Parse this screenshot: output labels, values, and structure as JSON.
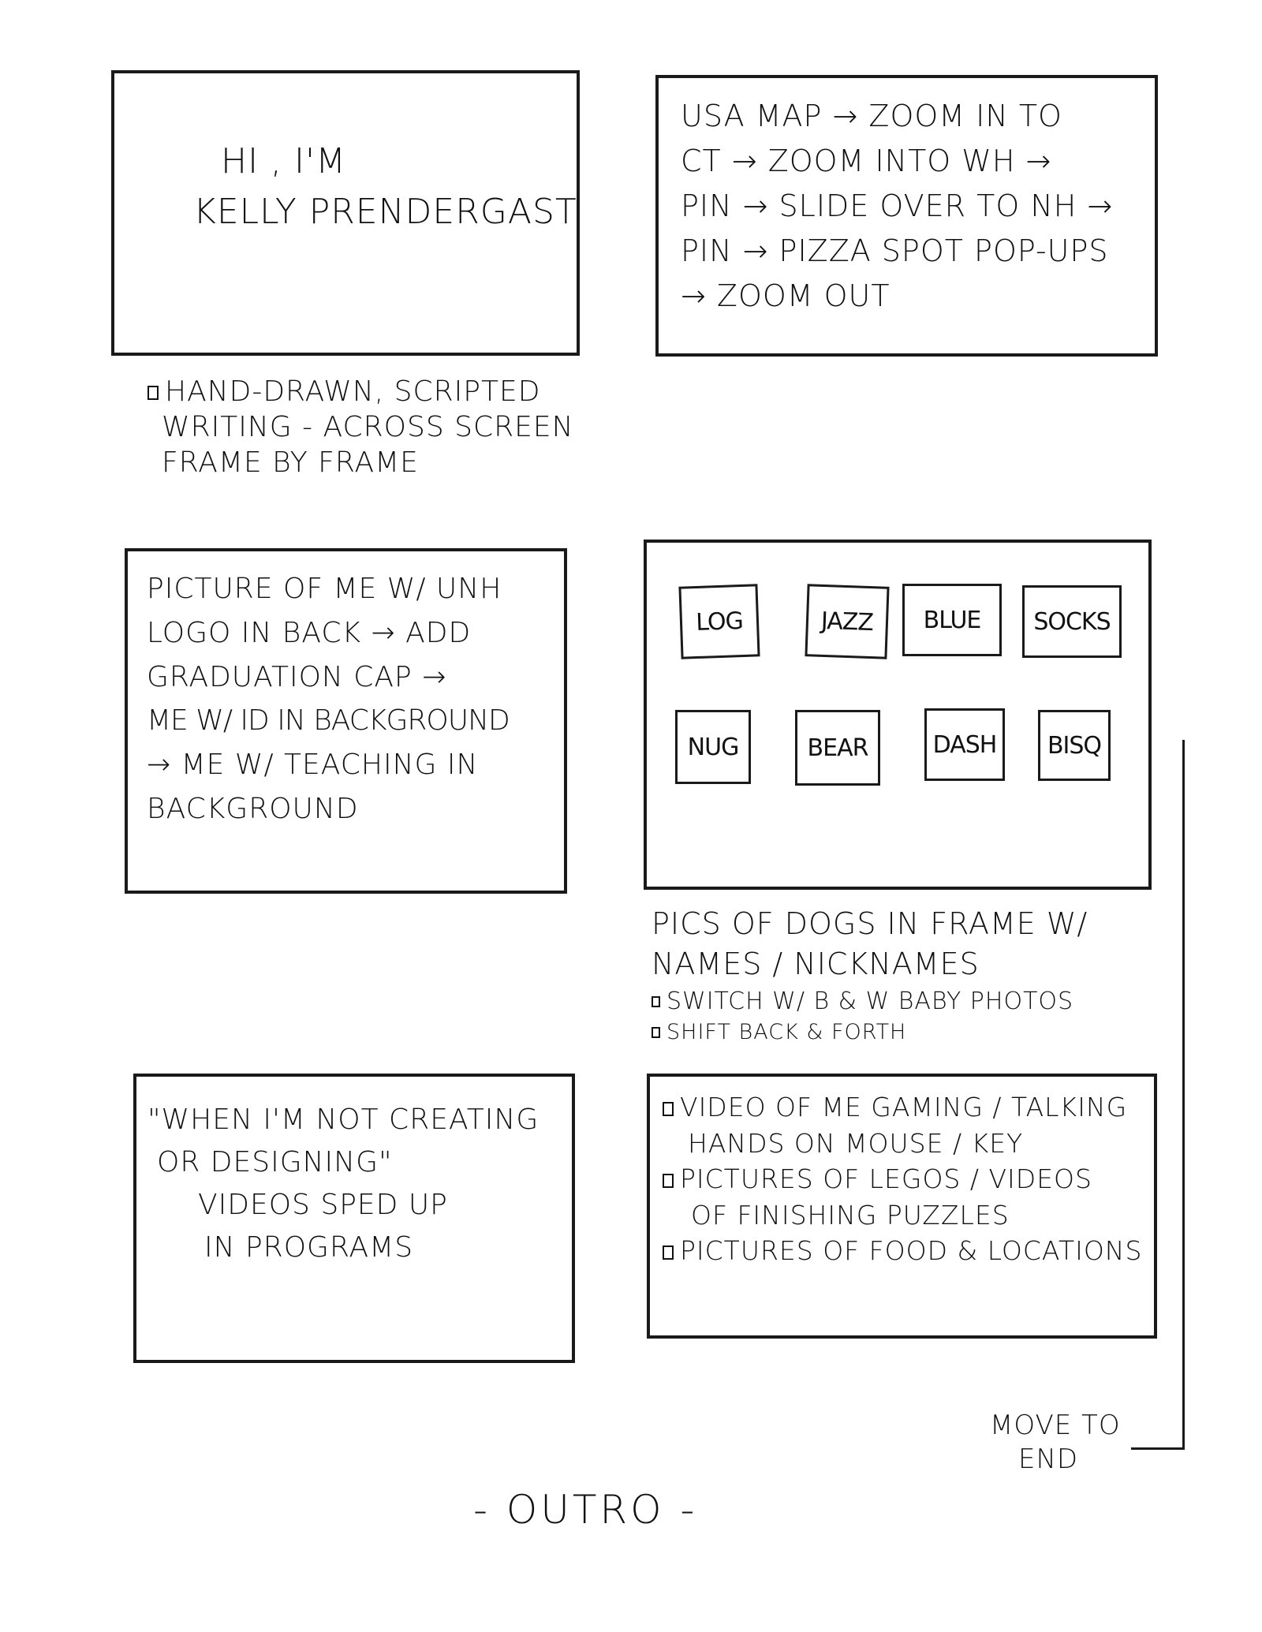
{
  "frames": [
    {
      "lines": [
        "Hi , I'm",
        "Kelly Prendergast"
      ]
    },
    {
      "lines": [
        "USA map → zoom in to",
        "CT → zoom into WH →",
        "Pin → slide over to NH →",
        "Pin → pizza spot pop-ups",
        "→ zoom out"
      ]
    },
    {
      "lines": [
        "Picture of me w/ UNH",
        "logo in back → add",
        "graduation cap →",
        "me w/ ID in background",
        "→ me w/ teaching in",
        "background"
      ]
    },
    {
      "dogs": [
        "Log",
        "Jazz",
        "Blue",
        "Socks",
        "Nug",
        "Bear",
        "Dash",
        "Bisq"
      ]
    },
    {
      "lines": [
        "\"When I'm not creating",
        "or designing\"",
        "videos sped up",
        "in programs"
      ]
    },
    {
      "bullets": [
        "Video of me gaming / talking",
        "hands on mouse / key",
        "Pictures of legos / videos",
        "of finishing puzzles",
        "Pictures of food & locations"
      ]
    }
  ],
  "notes": {
    "frame1": [
      "Hand-drawn, scripted",
      "writing - across screen",
      "frame by frame"
    ],
    "frame4_title": [
      "Pics of dogs in frame w/",
      "names / nicknames"
    ],
    "frame4_bullets": [
      "Switch w/ B & W baby photos",
      "Shift back & forth"
    ],
    "move": [
      "Move to",
      "end"
    ],
    "outro": "- Outro -"
  }
}
